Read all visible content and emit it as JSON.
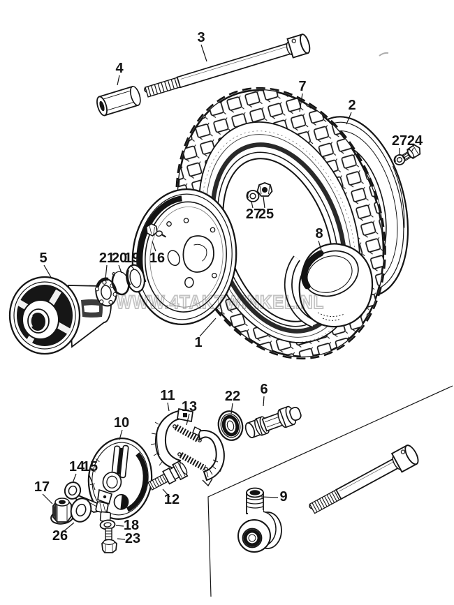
{
  "figure": {
    "type": "exploded-parts-diagram",
    "background": "#ffffff",
    "ink": "#151515",
    "watermark_color": "#c3c3c3"
  },
  "watermark": {
    "text": "WWW.4TAKTWINKEL.NL"
  },
  "callouts": [
    {
      "part": "3",
      "label": "3"
    },
    {
      "part": "4",
      "label": "4"
    },
    {
      "part": "7",
      "label": "7"
    },
    {
      "part": "2",
      "label": "2"
    },
    {
      "part": "27-upper",
      "label": "27"
    },
    {
      "part": "24",
      "label": "24"
    },
    {
      "part": "27-mid",
      "label": "27"
    },
    {
      "part": "25",
      "label": "25"
    },
    {
      "part": "8",
      "label": "8"
    },
    {
      "part": "5",
      "label": "5"
    },
    {
      "part": "21",
      "label": "21"
    },
    {
      "part": "20",
      "label": "20"
    },
    {
      "part": "19",
      "label": "19"
    },
    {
      "part": "16",
      "label": "16"
    },
    {
      "part": "1",
      "label": "1"
    },
    {
      "part": "10",
      "label": "10"
    },
    {
      "part": "11",
      "label": "11"
    },
    {
      "part": "13",
      "label": "13"
    },
    {
      "part": "22",
      "label": "22"
    },
    {
      "part": "6",
      "label": "6"
    },
    {
      "part": "14",
      "label": "14"
    },
    {
      "part": "15",
      "label": "15"
    },
    {
      "part": "17",
      "label": "17"
    },
    {
      "part": "12",
      "label": "12"
    },
    {
      "part": "26",
      "label": "26"
    },
    {
      "part": "18",
      "label": "18"
    },
    {
      "part": "23",
      "label": "23"
    },
    {
      "part": "9",
      "label": "9"
    }
  ]
}
